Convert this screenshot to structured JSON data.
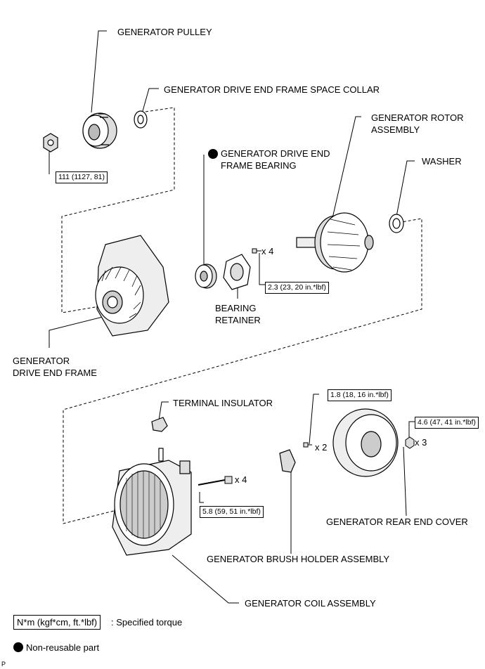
{
  "labels": {
    "pulley": "GENERATOR PULLEY",
    "space_collar": "GENERATOR DRIVE END FRAME SPACE COLLAR",
    "rotor": "GENERATOR ROTOR\nASSEMBLY",
    "bearing": "GENERATOR DRIVE END\nFRAME BEARING",
    "washer": "WASHER",
    "bearing_retainer": "BEARING\nRETAINER",
    "drive_end_frame": "GENERATOR\nDRIVE END FRAME",
    "terminal_insulator": "TERMINAL INSULATOR",
    "rear_end_cover": "GENERATOR REAR END COVER",
    "brush_holder": "GENERATOR BRUSH HOLDER ASSEMBLY",
    "coil": "GENERATOR COIL ASSEMBLY"
  },
  "torques": {
    "pulley_nut": "111 (1127, 81)",
    "retainer_screw": "2.3 (23, 20 in.*lbf)",
    "brush_screw": "1.8 (18, 16 in.*lbf)",
    "cover_nut": "4.6 (47, 41 in.*lbf)",
    "bolt": "5.8 (59, 51 in.*lbf)"
  },
  "quantities": {
    "retainer_screw": "x 4",
    "brush_screw": "x 2",
    "cover_nut": "x 3",
    "bolt": "x 4"
  },
  "legend": {
    "torque_unit": "N*m (kgf*cm, ft.*lbf)",
    "torque_desc": ": Specified torque",
    "nonreusable": "Non-reusable part"
  },
  "corner_mark": "P"
}
